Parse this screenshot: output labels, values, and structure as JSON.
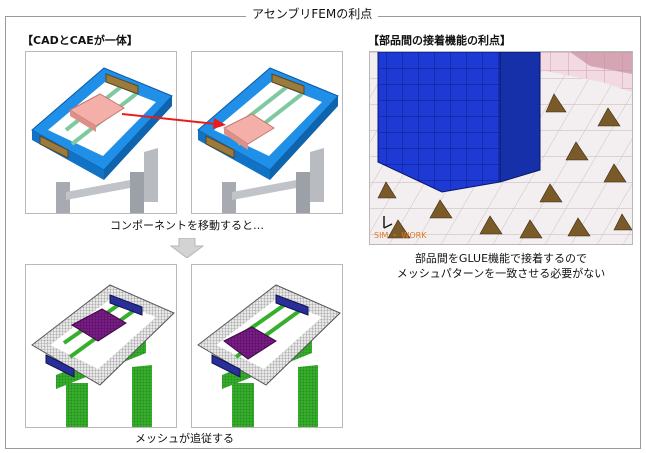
{
  "title": "アセンブリFEMの利点",
  "left_section": {
    "header": "【CADとCAEが一体】",
    "top_caption": "コンポーネントを移動すると…",
    "bottom_caption": "メッシュが追従する"
  },
  "right_section": {
    "header": "【部品間の接着機能の利点】",
    "watermark": "SIM ・ WORK",
    "caption_line1": "部品間をGLUE機能で接着するので",
    "caption_line2": "メッシュパターンを一致させる必要がない"
  },
  "colors": {
    "frame_blue": "#1f8fe8",
    "plate_pink": "#f4b0a8",
    "mesh_green": "#36b02c",
    "mesh_purple": "#7a1c86",
    "solid_blue": "#1e3ad4",
    "arrow_red": "#e81e1e"
  }
}
